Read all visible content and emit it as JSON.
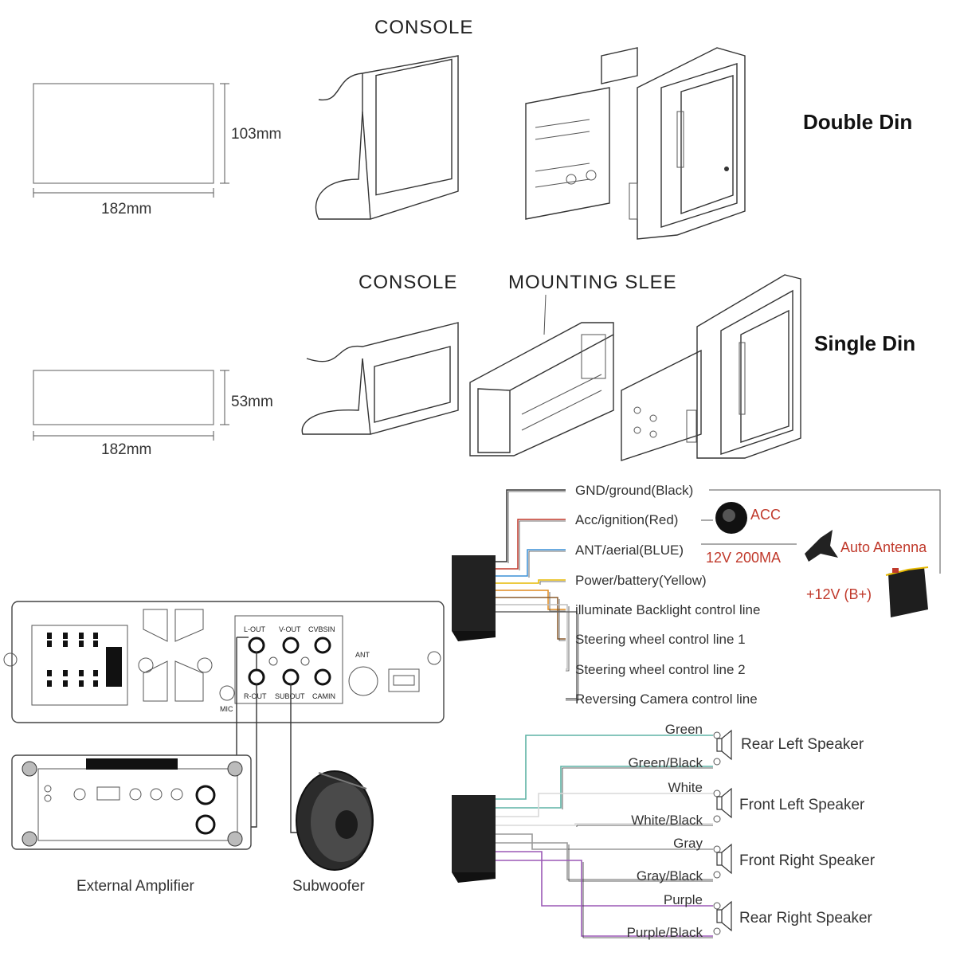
{
  "double_din": {
    "console_label": "CONSOLE",
    "title": "Double Din",
    "height": "103mm",
    "width": "182mm"
  },
  "single_din": {
    "console_label": "CONSOLE",
    "sleeve_label": "MOUNTING SLEE",
    "title": "Single Din",
    "height": "53mm",
    "width": "182mm"
  },
  "wiring": {
    "lines": [
      {
        "label": "GND/ground(Black)",
        "color": "#333333"
      },
      {
        "label": "Acc/ignition(Red)",
        "color": "#c0392b"
      },
      {
        "label": "ANT/aerial(BLUE)",
        "color": "#3a8fd6"
      },
      {
        "label": "Power/battery(Yellow)",
        "color": "#e6b800"
      },
      {
        "label": "illuminate Backlight control line",
        "color": "#e08a1e"
      },
      {
        "label": "Steering wheel control line 1",
        "color": "#8a5a2b"
      },
      {
        "label": "Steering wheel control line 2",
        "color": "#cfcfcf"
      },
      {
        "label": "Reversing Camera control line",
        "color": "#666666"
      }
    ],
    "acc_label": "ACC",
    "current_label": "12V  200MA",
    "antenna_label": "Auto Antenna",
    "battery_label": "+12V (B+)"
  },
  "rear_panel": {
    "ports": [
      "L-OUT",
      "V-OUT",
      "CVBSIN",
      "R-OUT",
      "SUBOUT",
      "CAMIN"
    ],
    "ant_label": "ANT",
    "mic_label": "MIC"
  },
  "amplifier_label": "External Amplifier",
  "subwoofer_label": "Subwoofer",
  "speakers": [
    {
      "name": "Rear Left Speaker",
      "plus": "Green",
      "minus": "Green/Black",
      "color": "#5fb3a5"
    },
    {
      "name": "Front Left Speaker",
      "plus": "White",
      "minus": "White/Black",
      "color": "#d9d9d9"
    },
    {
      "name": "Front Right Speaker",
      "plus": "Gray",
      "minus": "Gray/Black",
      "color": "#9a9a9a"
    },
    {
      "name": "Rear Right Speaker",
      "plus": "Purple",
      "minus": "Purple/Black",
      "color": "#9b59b6"
    }
  ]
}
